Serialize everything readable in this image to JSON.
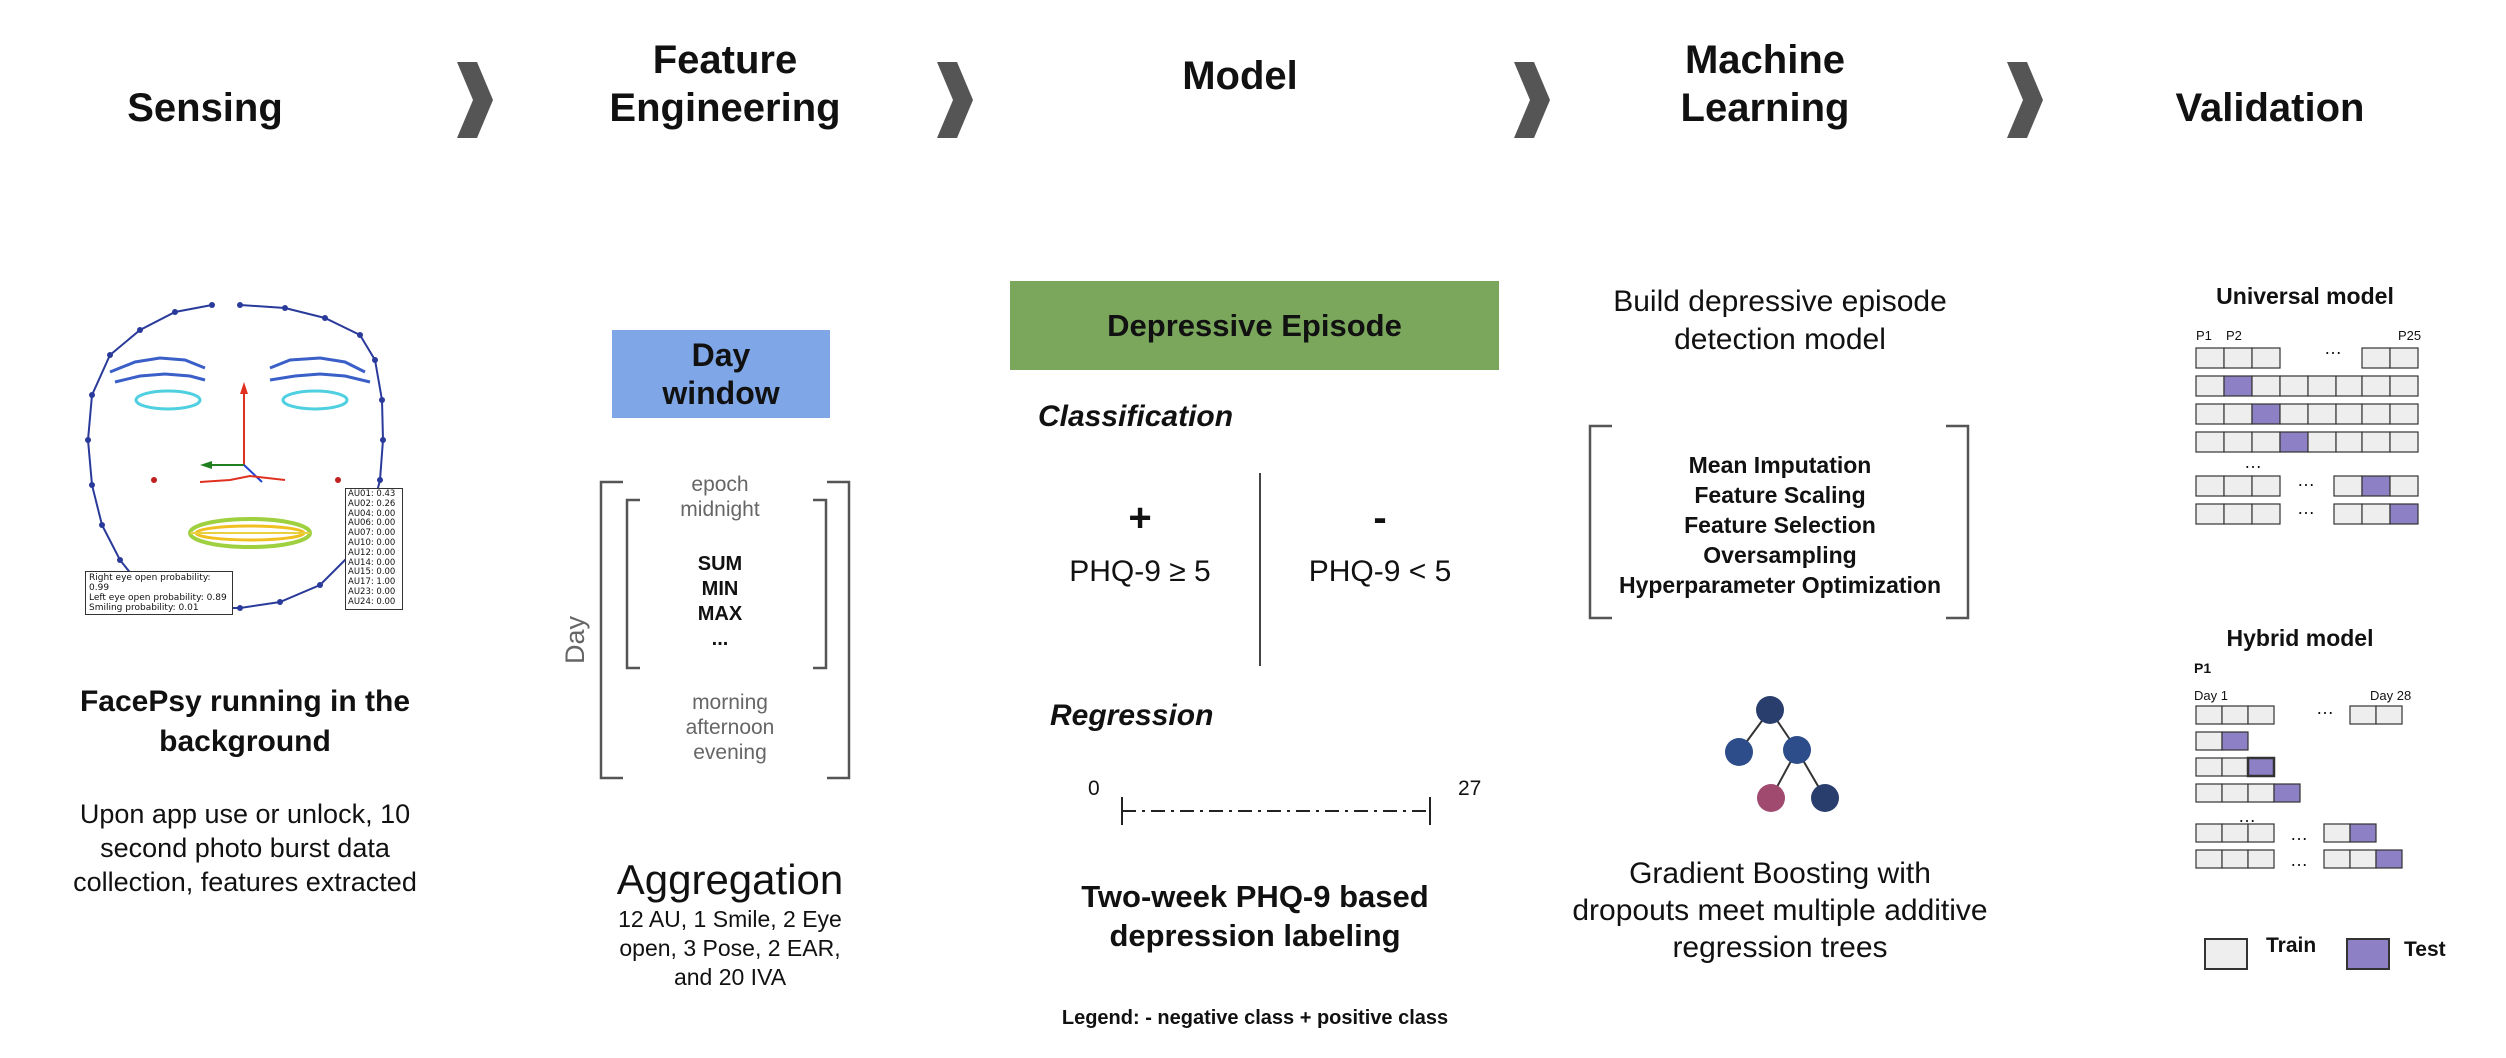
{
  "stages": [
    "Sensing",
    "Feature Engineering",
    "Model",
    "Machine Learning",
    "Validation"
  ],
  "sensing": {
    "title": "FacePsy running in the background",
    "description": "Upon app use or unlock, 10 second photo burst data collection, features extracted",
    "face_overlay": {
      "probabilities": [
        "Right eye open probability: 0.99",
        "Left eye open probability: 0.89",
        "Smiling probability: 0.01"
      ],
      "au_values": [
        "AU01: 0.43",
        "AU02: 0.26",
        "AU04: 0.00",
        "AU06: 0.00",
        "AU07: 0.00",
        "AU10: 0.00",
        "AU12: 0.00",
        "AU14: 0.00",
        "AU15: 0.00",
        "AU17: 1.00",
        "AU23: 0.00",
        "AU24: 0.00"
      ]
    }
  },
  "feature": {
    "window_label": "Day window",
    "day_label": "Day",
    "epoch_top": "epoch midnight",
    "functions": [
      "SUM",
      "MIN",
      "MAX",
      "..."
    ],
    "epochs": [
      "morning",
      "afternoon",
      "evening"
    ],
    "aggregation_title": "Aggregation",
    "aggregation_detail": "12 AU, 1 Smile, 2 Eye open, 3 Pose, 2 EAR, and 20 IVA"
  },
  "model": {
    "header": "Depressive Episode",
    "header_color": "#7aa75c",
    "classification_label": "Classification",
    "positive_sign": "+",
    "positive_rule": "PHQ-9 ≥ 5",
    "negative_sign": "-",
    "negative_rule": "PHQ-9 < 5",
    "regression_label": "Regression",
    "range_min": "0",
    "range_max": "27",
    "labeling": "Two-week PHQ-9 based depression labeling",
    "legend": "Legend: - negative class + positive class"
  },
  "ml": {
    "title": "Build depressive episode detection model",
    "steps": [
      "Mean Imputation",
      "Feature Scaling",
      "Feature Selection",
      "Oversampling",
      "Hyperparameter Optimization"
    ],
    "caption": "Gradient Boosting with dropouts meet multiple additive regression trees",
    "tree_dark": "#2a3e6e",
    "tree_blue": "#2c4c8a",
    "tree_pink": "#a04a70"
  },
  "validation": {
    "universal_title": "Universal model",
    "universal_labels": [
      "P1",
      "P2",
      "P25"
    ],
    "hybrid_title": "Hybrid model",
    "hybrid_participant": "P1",
    "hybrid_day_start": "Day 1",
    "hybrid_day_end": "Day 28",
    "ellipsis": "…",
    "legend_train": "Train",
    "legend_test": "Test",
    "test_color": "#8e80c4",
    "train_color": "#eeeeee"
  },
  "window_color": "#7fa6e6"
}
